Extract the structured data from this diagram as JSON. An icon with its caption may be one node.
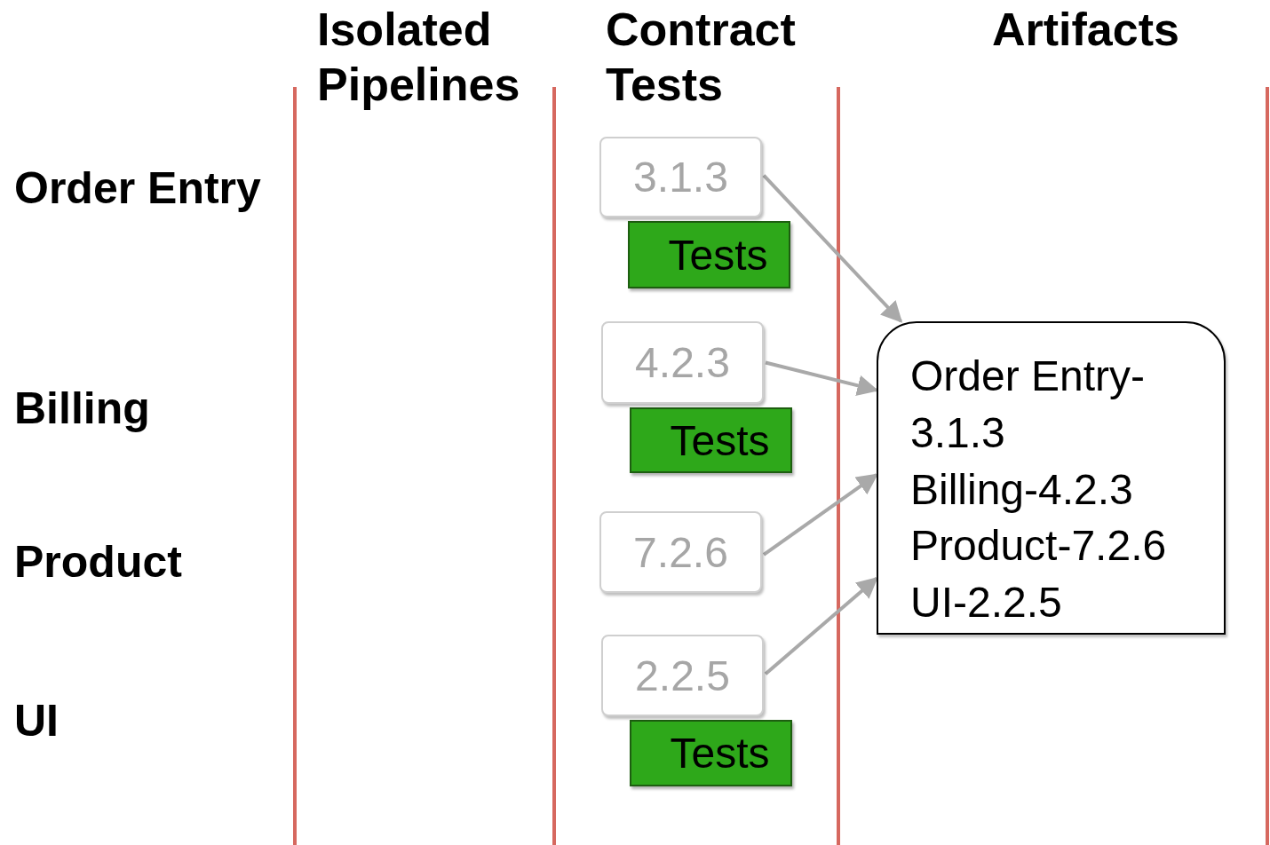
{
  "diagram": {
    "nodes": [
      {
        "text": [
          "3.1.3"
        ]
      },
      {
        "text": [
          "Tests"
        ]
      },
      {
        "text": [
          "4.2.3"
        ]
      },
      {
        "text": [
          "Tests"
        ]
      },
      {
        "text": [
          "Order Entry-3.1.3",
          "Billing-4.2.3",
          "Product-7.2.6",
          "UI-2.2.5"
        ]
      },
      {
        "text": [
          "7.2.6"
        ]
      },
      {
        "text": [
          "2.2.5"
        ]
      },
      {
        "text": [
          "Tests"
        ]
      }
    ],
    "edges": [
      {
        "from": 0,
        "to": 4,
        "arrow": "to"
      },
      {
        "from": 2,
        "to": 4,
        "arrow": "to"
      },
      {
        "from": 5,
        "to": 4,
        "arrow": "to"
      },
      {
        "from": 6,
        "to": 4,
        "arrow": "to"
      }
    ],
    "labels": [
      "Isolated Pipelines",
      "Contract Tests",
      "Artifacts",
      "Order Entry",
      "Billing",
      "Product",
      "UI"
    ]
  }
}
